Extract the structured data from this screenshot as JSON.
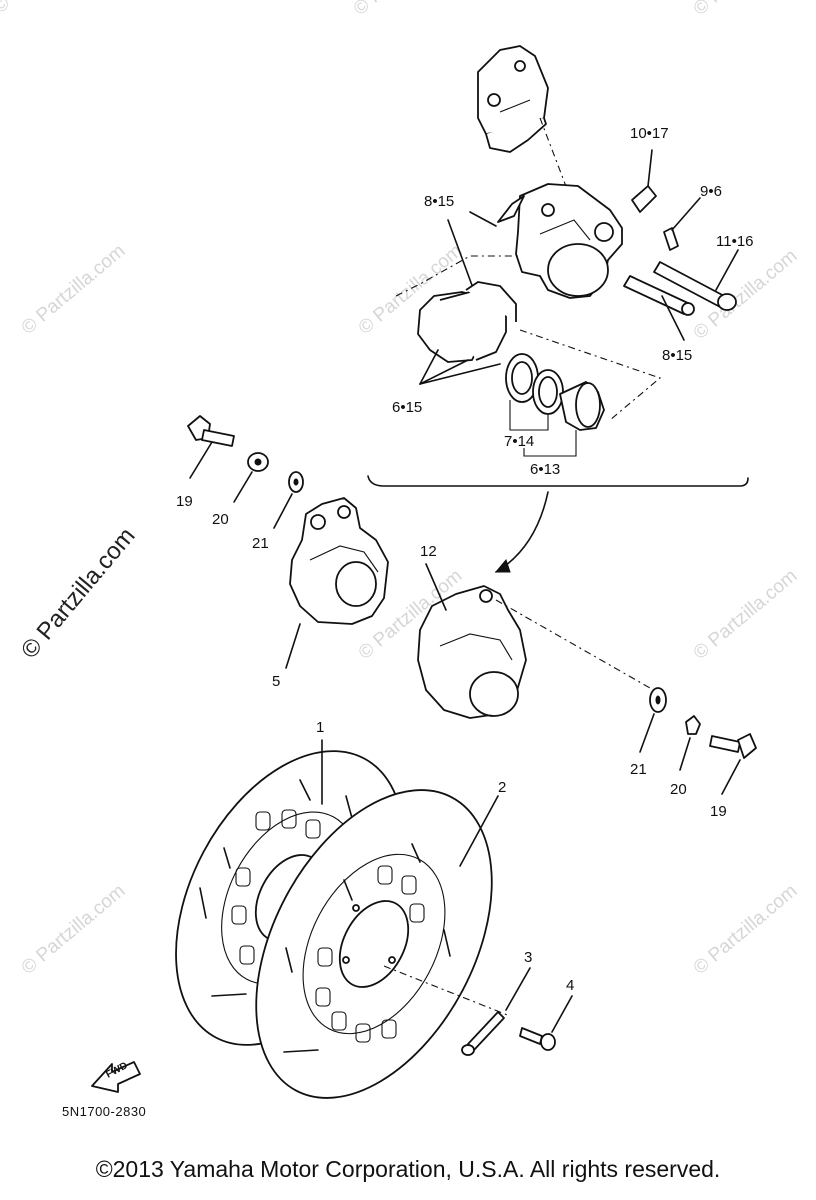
{
  "watermark": {
    "text": "© Partzilla.com",
    "main_text": "© Partzilla.com"
  },
  "labels": {
    "l_10_17": "10•17",
    "l_9_6": "9•6",
    "l_11_16": "11•16",
    "l_8_15_top": "8•15",
    "l_8_15_right": "8•15",
    "l_6_15": "6•15",
    "l_7_14": "7•14",
    "l_6_13": "6•13",
    "l_19_left": "19",
    "l_20_left": "20",
    "l_21_left": "21",
    "l_12": "12",
    "l_5": "5",
    "l_1": "1",
    "l_2": "2",
    "l_21_right": "21",
    "l_20_right": "20",
    "l_19_right": "19",
    "l_3": "3",
    "l_4": "4"
  },
  "forward_arrow_label": "FWD",
  "diagram_code": "5N1700-2830",
  "copyright": "©2013  Yamaha Motor Corporation, U.S.A. All rights reserved."
}
